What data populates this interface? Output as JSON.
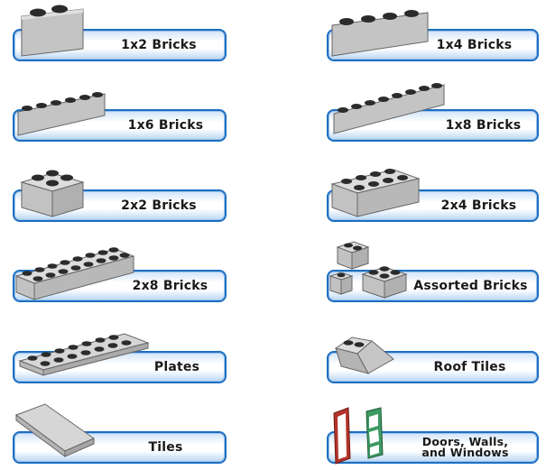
{
  "categories": [
    {
      "label": "1x2 Bricks"
    },
    {
      "label": "1x4 Bricks"
    },
    {
      "label": "1x6 Bricks"
    },
    {
      "label": "1x8 Bricks"
    },
    {
      "label": "2x2 Bricks"
    },
    {
      "label": "2x4 Bricks"
    },
    {
      "label": "2x8 Bricks"
    },
    {
      "label": "Assorted Bricks"
    },
    {
      "label": "Plates"
    },
    {
      "label": "Roof Tiles"
    },
    {
      "label": "Tiles"
    },
    {
      "label_line1": "Doors, Walls,",
      "label_line2": "and Windows"
    }
  ],
  "icons": [
    "brick-1x2-icon",
    "brick-1x4-icon",
    "brick-1x6-icon",
    "brick-1x8-icon",
    "brick-2x2-icon",
    "brick-2x4-icon",
    "brick-2x8-icon",
    "assorted-bricks-icon",
    "plate-icon",
    "roof-tile-icon",
    "tile-icon",
    "door-window-icon"
  ],
  "colors": {
    "border": "#1e6fc2",
    "brick_top": "#d6d6d6",
    "brick_front": "#c2c2c2",
    "stud": "#2b2b2b",
    "door_frame": "#b3332b",
    "window_green": "#3c9a62"
  }
}
